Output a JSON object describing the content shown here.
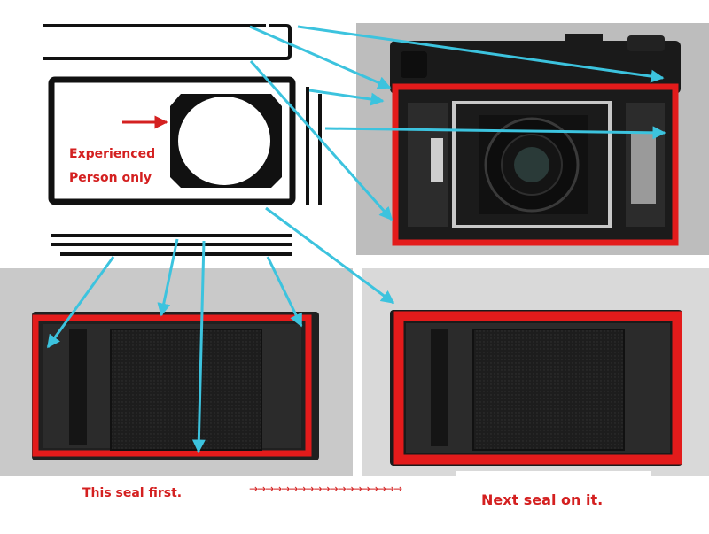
{
  "labels": {
    "note_line1": "Experienced",
    "note_line2": "Person only",
    "caption_first": "This seal first.",
    "caption_next": "Next seal on it.",
    "arrow_chain": "→→→→→→→→→→→→→→→→→→→"
  },
  "colors": {
    "seal": "#e31b1b",
    "arrow": "#3cc3de",
    "label": "#d42020",
    "outline": "#111111"
  },
  "icons": [
    "red-arrow-icon",
    "cyan-arrow-icon"
  ]
}
